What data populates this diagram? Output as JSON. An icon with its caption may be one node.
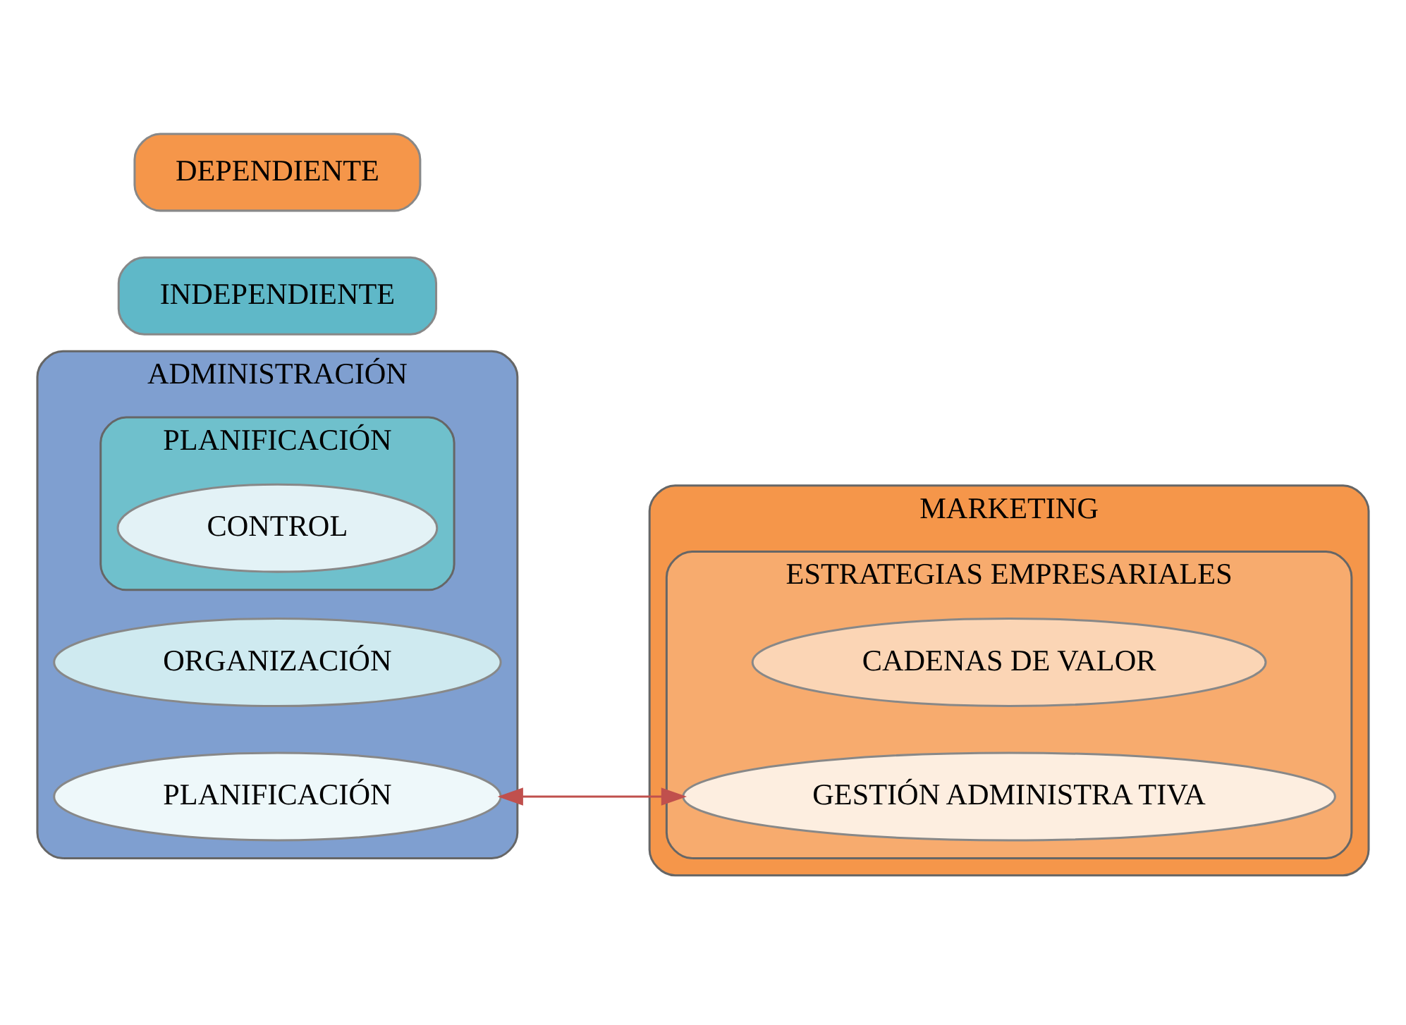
{
  "diagram": {
    "nodes": [
      {
        "text": [
          "ADMINISTRACIÓN"
        ]
      },
      {
        "text": [
          "PLANIFICACIÓN"
        ],
        "in": 0
      },
      {
        "text": [
          "CONTROL"
        ],
        "in": 1
      },
      {
        "text": [
          "ORGANIZACIÓN"
        ],
        "in": 0
      },
      {
        "text": [
          "PLANIFICACIÓN"
        ],
        "in": 0
      },
      {
        "text": [
          "MARKETING"
        ]
      },
      {
        "text": [
          "ESTRATEGIAS EMPRESARIALES"
        ],
        "in": 5
      },
      {
        "text": [
          "CADENAS DE VALOR"
        ],
        "in": 6
      },
      {
        "text": [
          "GESTIÓN ADMINISTRA TIVA"
        ],
        "in": 6
      },
      {
        "text": [
          "INDEPENDIENTE"
        ]
      },
      {
        "text": [
          "DEPENDIENTE"
        ]
      }
    ],
    "edges": [
      {
        "from": 4,
        "to": 8,
        "arrow": "both",
        "color": "#c0504d"
      }
    ]
  }
}
